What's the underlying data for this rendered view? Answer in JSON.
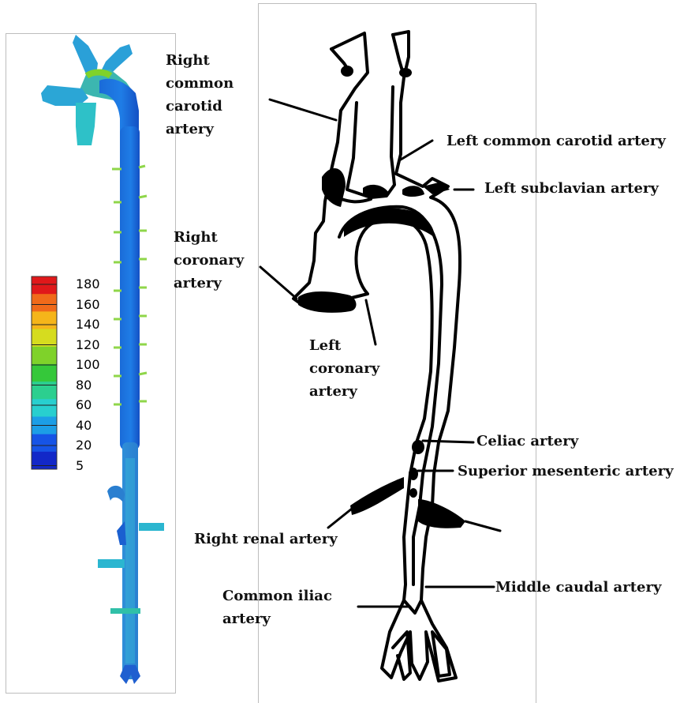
{
  "legend": {
    "ticks": [
      "180",
      "160",
      "140",
      "120",
      "100",
      "80",
      "60",
      "40",
      "20",
      "5"
    ],
    "colors": [
      "#e0181a",
      "#f06a1a",
      "#f5b51a",
      "#d6dc1f",
      "#7fd22a",
      "#35c83a",
      "#2ccf8f",
      "#28cfcf",
      "#1c9ee6",
      "#1654e6",
      "#1228c8"
    ]
  },
  "labels": {
    "right_common_carotid": "Right\ncommon\ncarotid\nartery",
    "left_common_carotid": "Left common carotid artery",
    "left_subclavian": "Left subclavian artery",
    "right_coronary": "Right\ncoronary\nartery",
    "left_coronary": "Left\ncoronary\nartery",
    "celiac": "Celiac artery",
    "superior_mesenteric": "Superior mesenteric artery",
    "right_renal": "Right renal artery",
    "common_iliac": "Common iliac\nartery",
    "middle_caudal": "Middle caudal artery"
  }
}
